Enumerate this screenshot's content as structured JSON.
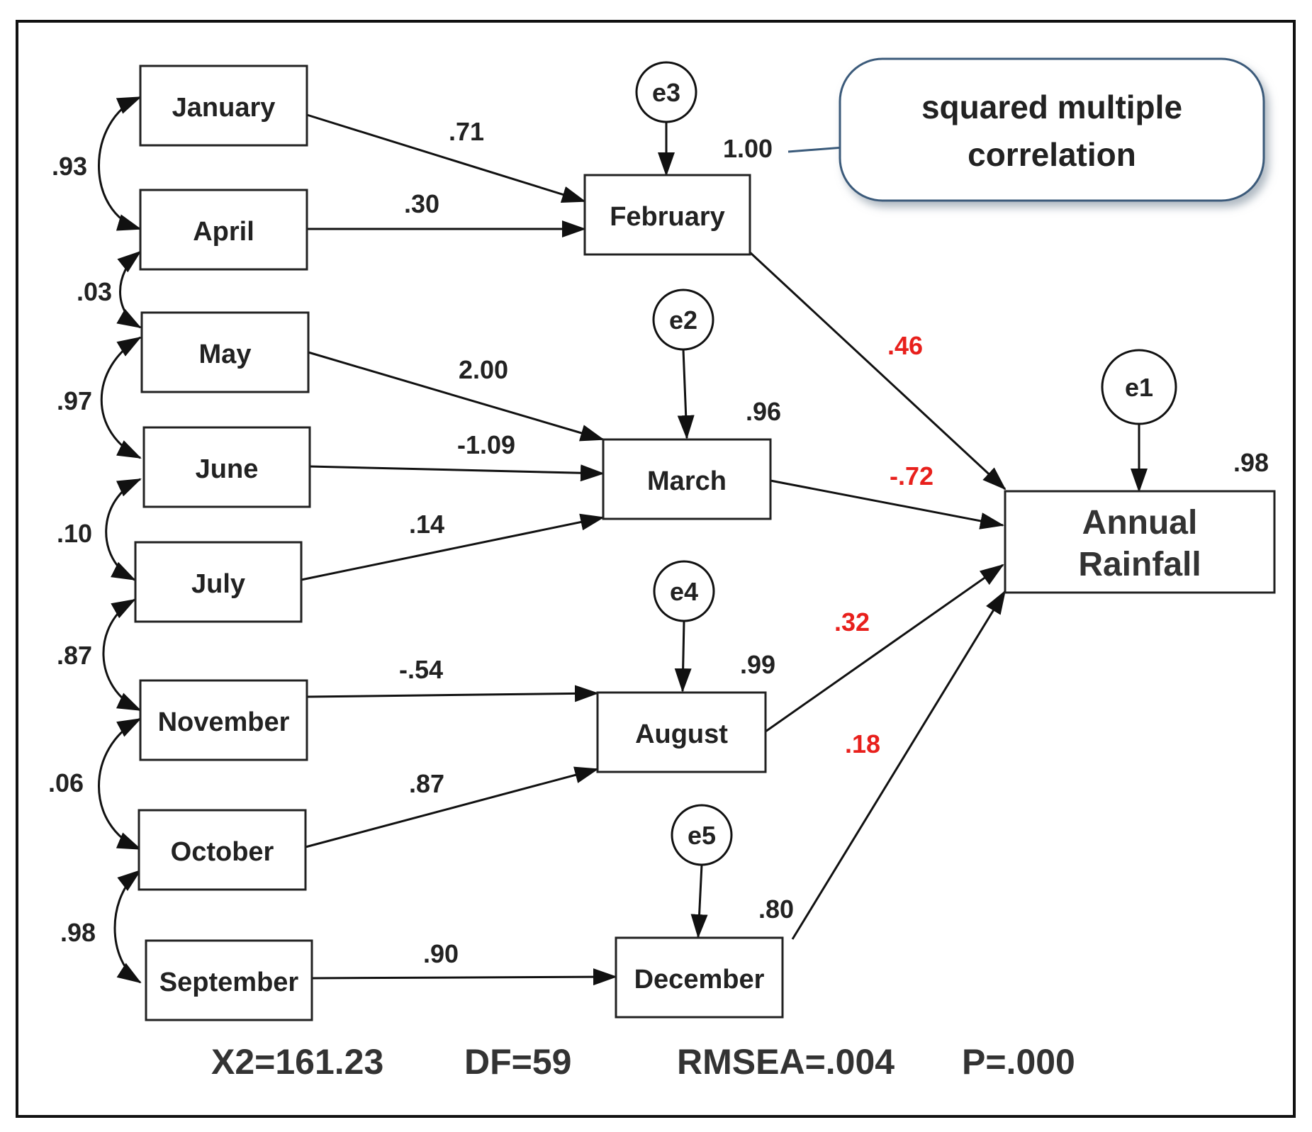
{
  "nodes": {
    "january": "January",
    "april": "April",
    "may": "May",
    "june": "June",
    "july": "July",
    "november": "November",
    "october": "October",
    "september": "September",
    "february": "February",
    "march": "March",
    "august": "August",
    "december": "December",
    "annual_rainfall_line1": "Annual",
    "annual_rainfall_line2": "Rainfall"
  },
  "errors": {
    "e1": "e1",
    "e2": "e2",
    "e3": "e3",
    "e4": "e4",
    "e5": "e5"
  },
  "correlations": {
    "jan_apr": ".93",
    "apr_may": ".03",
    "may_jun": ".97",
    "jun_jul": ".10",
    "jul_nov": ".87",
    "nov_oct": ".06",
    "oct_sep": ".98"
  },
  "paths": {
    "jan_feb": ".71",
    "apr_feb": ".30",
    "may_mar": "2.00",
    "jun_mar": "-1.09",
    "jul_mar": ".14",
    "nov_aug": "-.54",
    "oct_aug": ".87",
    "sep_dec": ".90",
    "feb_annual": ".46",
    "mar_annual": "-.72",
    "aug_annual": ".32",
    "dec_annual": ".18"
  },
  "r_squared": {
    "february": "1.00",
    "march": ".96",
    "august": ".99",
    "december": ".80",
    "annual": ".98"
  },
  "callout": {
    "line1": "squared multiple",
    "line2": "correlation"
  },
  "stats": {
    "chi2": "X2=161.23",
    "df": "DF=59",
    "rmsea": "RMSEA=.004",
    "p": "P=.000"
  },
  "colors": {
    "highlight": "#e8201c",
    "callout_border": "#3a5a7a"
  }
}
